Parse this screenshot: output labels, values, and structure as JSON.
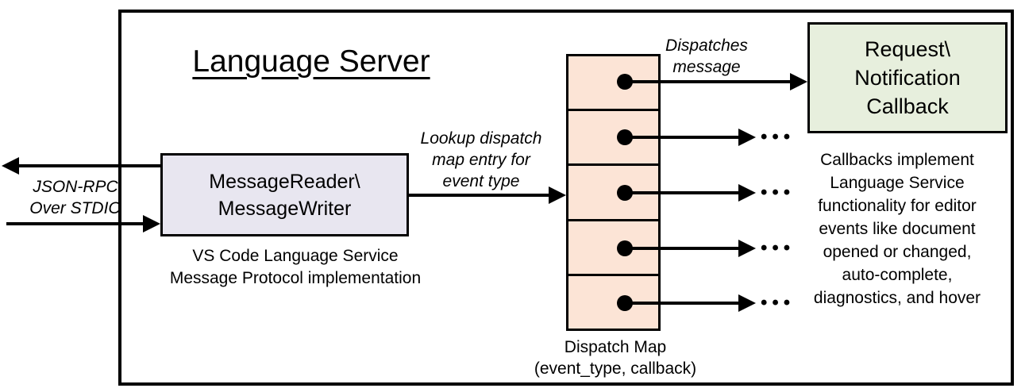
{
  "diagram": {
    "title": "Language Server",
    "left_io": {
      "label": "JSON-RPC\nOver STDIO"
    },
    "message_reader": {
      "box_label": "MessageReader\\\nMessageWriter",
      "caption": "VS Code Language Service\nMessage Protocol implementation"
    },
    "lookup": {
      "label": "Lookup dispatch\nmap entry for\nevent type"
    },
    "dispatcher": {
      "label": "Dispatches\nmessage"
    },
    "dispatch_map": {
      "caption": "Dispatch Map\n(event_type, callback)",
      "rows": 5,
      "ellipsis": "•••"
    },
    "callback": {
      "box_label": "Request\\\nNotification\nCallback",
      "caption": "Callbacks implement\nLanguage Service\nfunctionality for editor\nevents like document\nopened or changed,\nauto-complete,\ndiagnostics, and hover"
    },
    "colors": {
      "map_fill": "#fce4d6",
      "reader_fill": "#e8e6f0",
      "callback_fill": "#e7efdd",
      "line": "#000000"
    }
  }
}
